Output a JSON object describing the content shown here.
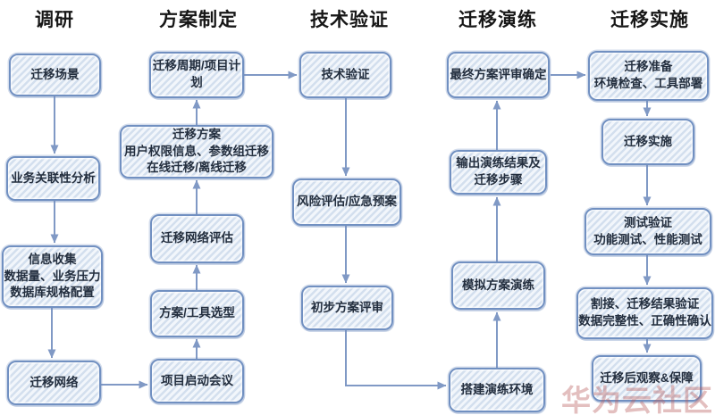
{
  "colors": {
    "box_border": "#7190c1",
    "box_fill_stripe": "#d3dfee",
    "box_fill_light": "#f2f6fb",
    "arrow": "#8099c5",
    "box_text": "#232e3e",
    "header_text": "#171717",
    "watermark_text": "#ba6060"
  },
  "watermark": "华为云社区",
  "columns": [
    {
      "title": "调研",
      "boxes": [
        {
          "lines": [
            "迁移场景"
          ]
        },
        {
          "lines": [
            "业务关联性分析"
          ]
        },
        {
          "lines": [
            "信息收集",
            "数据量、业务压力",
            "数据库规格配置"
          ]
        },
        {
          "lines": [
            "迁移网络"
          ]
        }
      ]
    },
    {
      "title": "方案制定",
      "boxes": [
        {
          "lines": [
            "迁移周期/项目计划"
          ]
        },
        {
          "lines": [
            "迁移方案",
            "用户权限信息、参数组迁移",
            "在线迁移/离线迁移"
          ]
        },
        {
          "lines": [
            "迁移网络评估"
          ]
        },
        {
          "lines": [
            "方案/工具选型"
          ]
        },
        {
          "lines": [
            "项目启动会议"
          ]
        }
      ]
    },
    {
      "title": "技术验证",
      "boxes": [
        {
          "lines": [
            "技术验证"
          ]
        },
        {
          "lines": [
            "风险评估/应急预案"
          ]
        },
        {
          "lines": [
            "初步方案评审"
          ]
        }
      ]
    },
    {
      "title": "迁移演练",
      "boxes": [
        {
          "lines": [
            "最终方案评审确定"
          ]
        },
        {
          "lines": [
            "输出演练结果及",
            "迁移步骤"
          ]
        },
        {
          "lines": [
            "模拟方案演练"
          ]
        },
        {
          "lines": [
            "搭建演练环境"
          ]
        }
      ]
    },
    {
      "title": "迁移实施",
      "boxes": [
        {
          "lines": [
            "迁移准备",
            "环境检查、工具部署"
          ]
        },
        {
          "lines": [
            "迁移实施"
          ]
        },
        {
          "lines": [
            "测试验证",
            "功能测试、性能测试"
          ]
        },
        {
          "lines": [
            "割接、迁移结果验证",
            "数据完整性、正确性确认"
          ]
        },
        {
          "lines": [
            "迁移后观察&保障"
          ]
        }
      ]
    }
  ],
  "flow": [
    "迁移场景 → 业务关联性分析",
    "业务关联性分析 → 信息收集",
    "信息收集 → 迁移网络",
    "迁移网络 → 项目启动会议",
    "项目启动会议 → 方案/工具选型",
    "方案/工具选型 → 迁移网络评估",
    "迁移网络评估 → 迁移方案",
    "迁移方案 → 迁移周期/项目计划",
    "迁移周期/项目计划 → 技术验证",
    "技术验证 → 风险评估/应急预案",
    "风险评估/应急预案 → 初步方案评审",
    "初步方案评审 → 搭建演练环境",
    "搭建演练环境 → 模拟方案演练",
    "模拟方案演练 → 输出演练结果及迁移步骤",
    "输出演练结果及迁移步骤 → 最终方案评审确定",
    "最终方案评审确定 → 迁移准备",
    "迁移准备 → 迁移实施",
    "迁移实施 → 测试验证",
    "测试验证 → 割接、迁移结果验证",
    "割接、迁移结果验证 → 迁移后观察&保障"
  ]
}
